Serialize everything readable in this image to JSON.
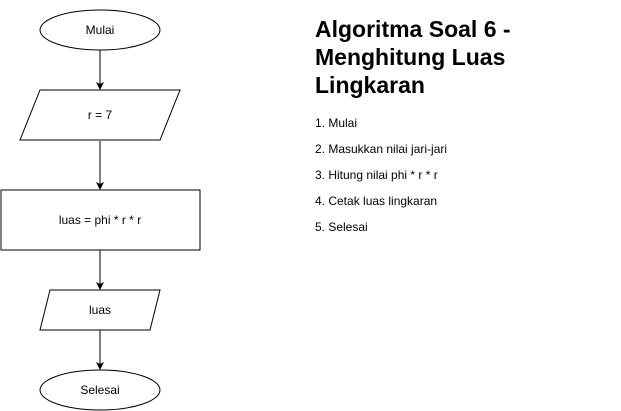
{
  "diagram": {
    "nodes": [
      {
        "id": "start",
        "shape": "terminator",
        "label": "Mulai"
      },
      {
        "id": "input",
        "shape": "data",
        "label": "r = 7"
      },
      {
        "id": "process",
        "shape": "process",
        "label": "luas = phi * r * r"
      },
      {
        "id": "output",
        "shape": "data",
        "label": "luas"
      },
      {
        "id": "end",
        "shape": "terminator",
        "label": "Selesai"
      }
    ],
    "edges": [
      {
        "from": "start",
        "to": "input"
      },
      {
        "from": "input",
        "to": "process"
      },
      {
        "from": "process",
        "to": "output"
      },
      {
        "from": "output",
        "to": "end"
      }
    ]
  },
  "description": {
    "title": "Algoritma Soal 6 - Menghitung Luas Lingkaran",
    "steps": [
      "1. Mulai",
      "2. Masukkan nilai jari-jari",
      "3. Hitung nilai phi * r * r",
      "4. Cetak luas lingkaran",
      "5. Selesai"
    ]
  },
  "colors": {
    "stroke": "#000000",
    "fill": "#ffffff",
    "text": "#000000"
  }
}
